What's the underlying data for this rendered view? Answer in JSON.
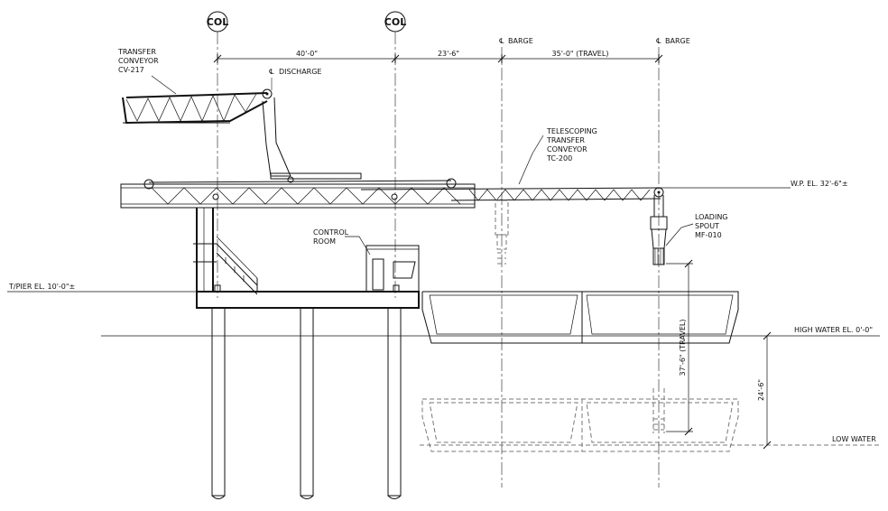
{
  "columns": {
    "left": "COL",
    "right": "COL"
  },
  "dimensions": {
    "d1": "40'-0\"",
    "d2": "23'-6\"",
    "d3": "35'-0\" (TRAVEL)",
    "vertical_travel": "37'-6\" (TRAVEL)",
    "tide": "24'-6\""
  },
  "centerlines": {
    "barge_1": "BARGE",
    "barge_2": "BARGE",
    "discharge": "DISCHARGE",
    "cl_symbol": "℄"
  },
  "labels": {
    "transfer_conveyor": [
      "TRANSFER",
      "CONVEYOR",
      "CV-217"
    ],
    "telescoping_conveyor": [
      "TELESCOPING",
      "TRANSFER",
      "CONVEYOR",
      "TC-200"
    ],
    "loading_spout": [
      "LOADING",
      "SPOUT",
      "MF-010"
    ],
    "control_room": [
      "CONTROL",
      "ROOM"
    ]
  },
  "elevations": {
    "wp": "W.P. EL. 32'-6\"±",
    "pier": "T/PIER EL. 10'-0\"±",
    "high_water": "HIGH WATER EL. 0'-0\"",
    "low_water": "LOW WATER"
  }
}
